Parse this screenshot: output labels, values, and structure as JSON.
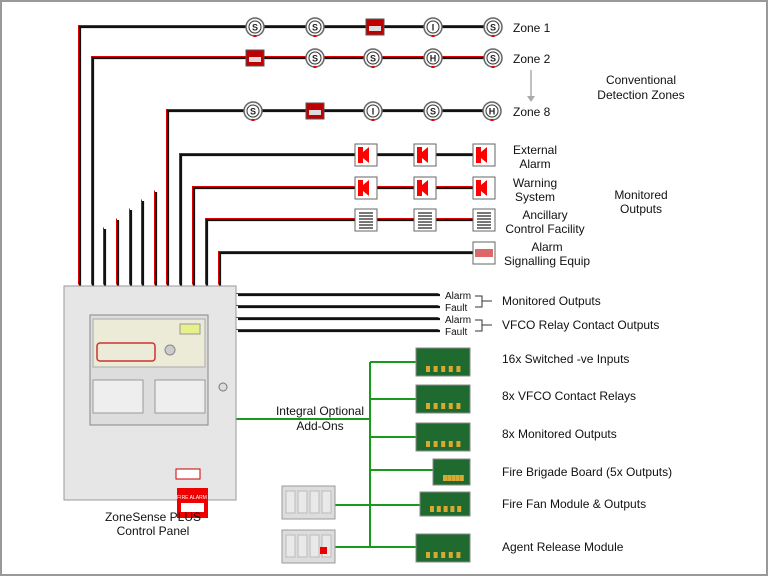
{
  "zones": [
    {
      "label": "Zone 1",
      "devices": [
        "S",
        "S",
        "FIRE",
        "I",
        "S"
      ]
    },
    {
      "label": "Zone 2",
      "devices": [
        "FIRE",
        "S",
        "S",
        "H",
        "S"
      ]
    },
    {
      "label": "Zone 8",
      "devices": [
        "S",
        "FIRE",
        "I",
        "S",
        "H"
      ]
    }
  ],
  "zones_group_label": [
    "Conventional",
    "Detection Zones"
  ],
  "outputs": [
    {
      "label": [
        "External",
        "Alarm"
      ],
      "device": "horn-icon"
    },
    {
      "label": [
        "Warning",
        "System"
      ],
      "device": "horn-icon"
    },
    {
      "label": [
        "Ancillary",
        "Control Facility"
      ],
      "device": "relay-icon"
    },
    {
      "label": [
        "Alarm",
        "Signalling Equip"
      ],
      "device": "fire-truck-icon"
    }
  ],
  "outputs_group_label": [
    "Monitored",
    "Outputs"
  ],
  "panel_outputs": [
    {
      "lines": [
        "Alarm",
        "Fault"
      ],
      "label": "Monitored Outputs"
    },
    {
      "lines": [
        "Alarm",
        "Fault"
      ],
      "label": "VFCO Relay Contact Outputs"
    }
  ],
  "panel_caption": [
    "ZoneSense PLUS",
    "Control Panel"
  ],
  "panel_fire_alarm": "FIRE ALARM",
  "addons_label": [
    "Integral Optional",
    "Add-Ons"
  ],
  "addons": [
    "16x Switched -ve Inputs",
    "8x VFCO Contact Relays",
    "8x Monitored Outputs",
    "Fire Brigade Board (5x Outputs)",
    "Fire Fan Module & Outputs",
    "Agent Release Module"
  ],
  "colors": {
    "wire_red": "#e00000",
    "wire_green": "#1a9a1a",
    "device_red": "#c00000",
    "panel_gray": "#e4e4e4"
  }
}
